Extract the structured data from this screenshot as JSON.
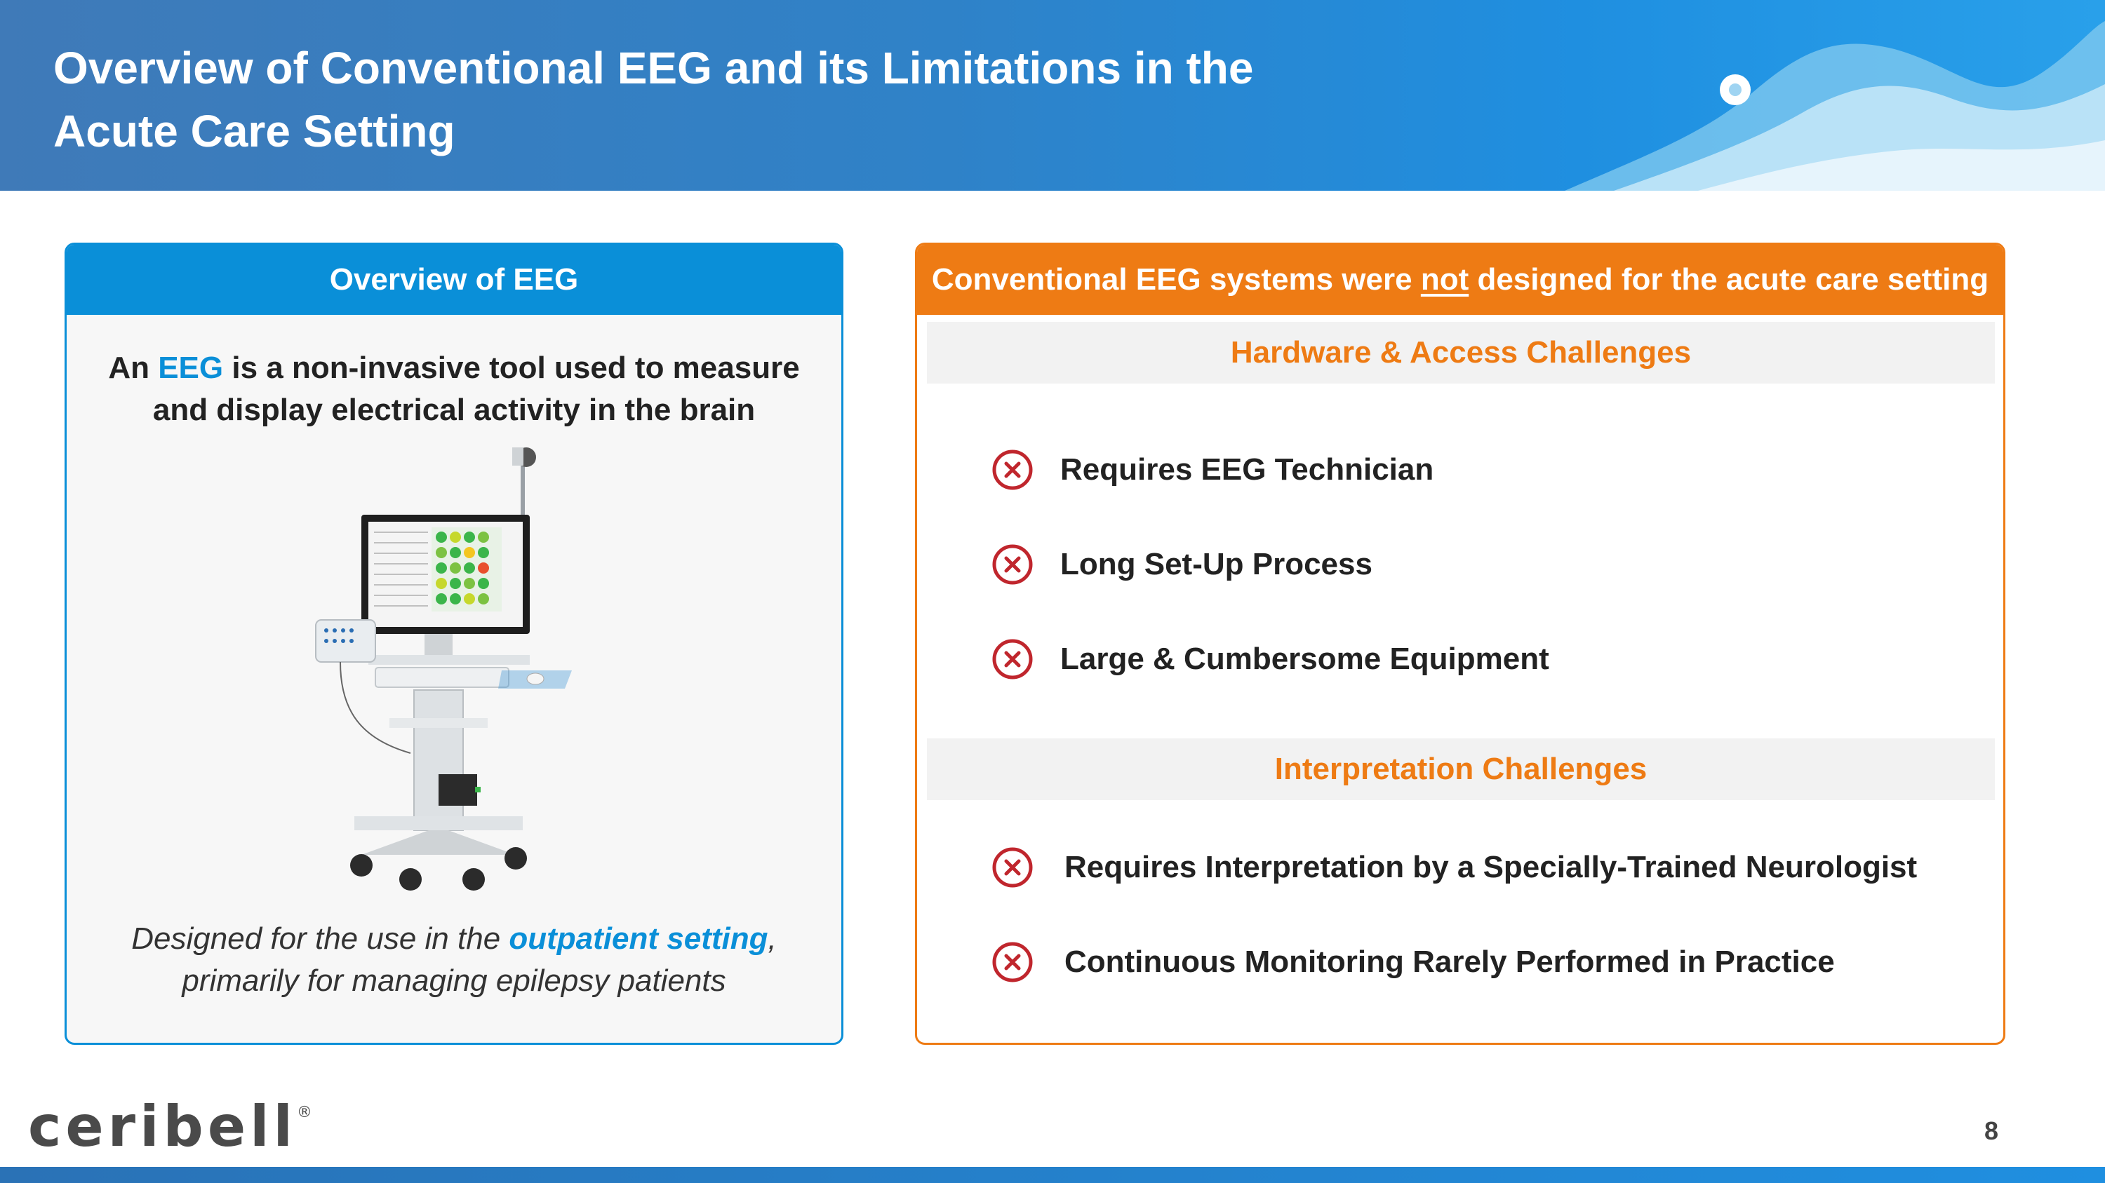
{
  "header": {
    "title_line1": "Overview of Conventional EEG and its Limitations in the",
    "title_line2": "Acute Care Setting"
  },
  "left_panel": {
    "title": "Overview of EEG",
    "intro_pre": "An ",
    "intro_highlight": "EEG",
    "intro_post": " is a non-invasive tool used to measure",
    "intro_line2": "and display electrical activity in the brain",
    "caption_pre": "Designed for the use in the ",
    "caption_highlight": "outpatient setting",
    "caption_post": ",",
    "caption_line2": "primarily for managing epilepsy patients"
  },
  "right_panel": {
    "title_pre": "Conventional EEG systems were ",
    "title_underlined": "not",
    "title_post": " designed for the acute care setting",
    "sections": [
      {
        "heading": "Hardware & Access Challenges",
        "items": [
          "Requires EEG Technician",
          "Long Set-Up Process",
          "Large & Cumbersome Equipment"
        ]
      },
      {
        "heading": "Interpretation Challenges",
        "items": [
          "Requires Interpretation by a Specially-Trained Neurologist",
          "Continuous Monitoring Rarely Performed in Practice"
        ]
      }
    ]
  },
  "footer": {
    "logo_text": "ceribell",
    "logo_mark": "®",
    "page_number": "8"
  },
  "colors": {
    "blue_accent": "#0a8fd8",
    "orange_accent": "#ee7b14",
    "x_icon_red": "#c0262d"
  }
}
